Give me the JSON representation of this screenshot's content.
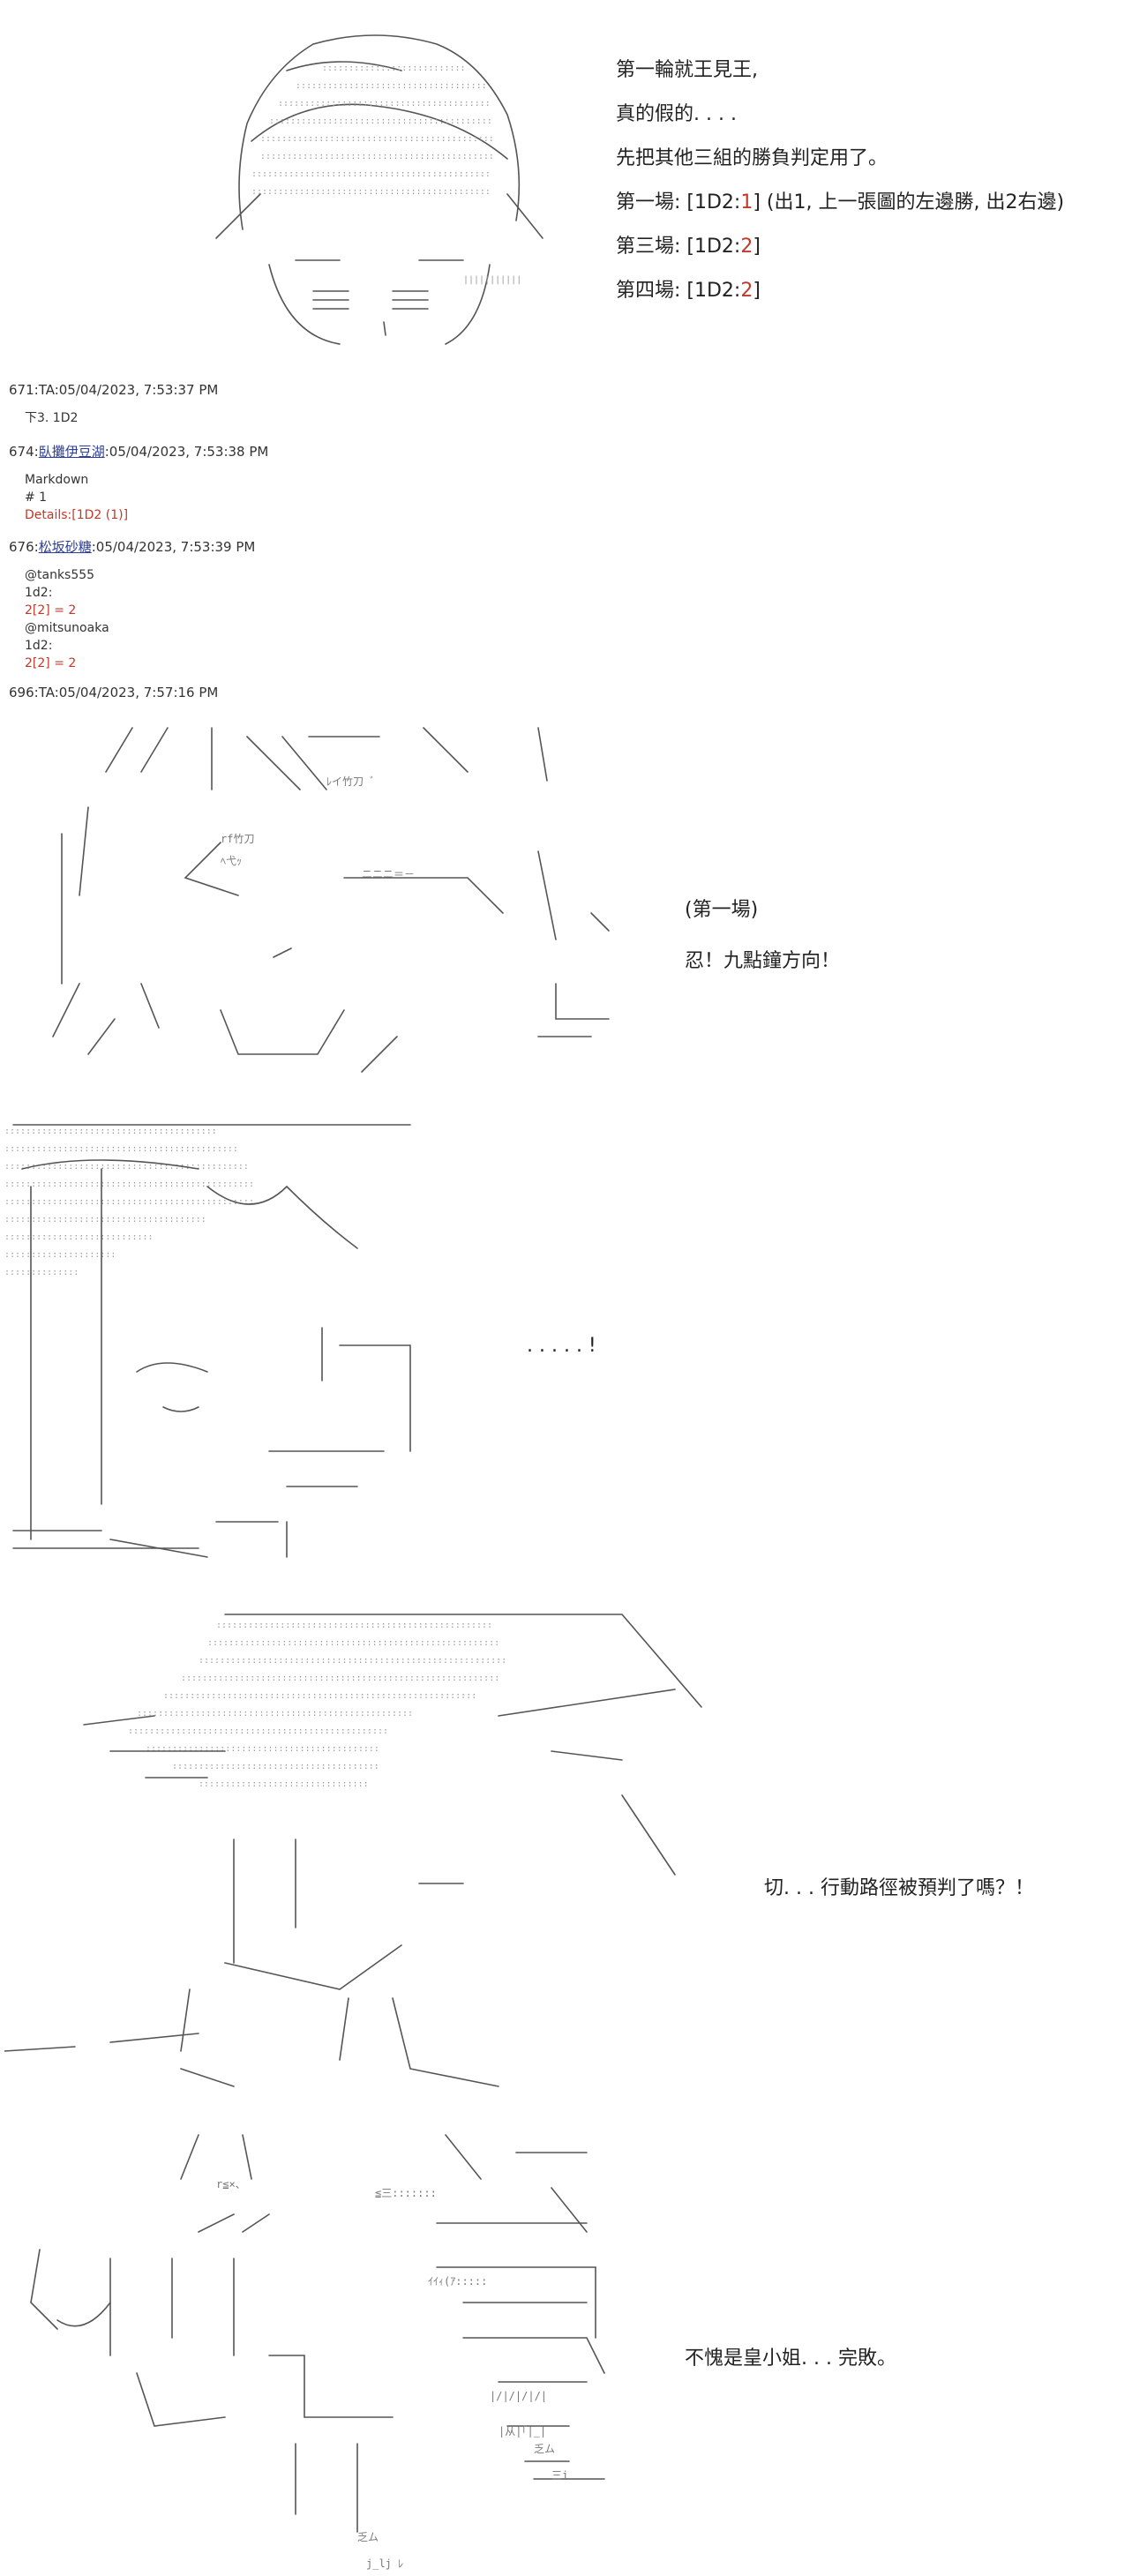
{
  "section1": {
    "lines": [
      {
        "text": "第一輪就王見王,"
      },
      {
        "text": "真的假的. . . ."
      },
      {
        "text": "先把其他三組的勝負判定用了。"
      },
      {
        "pre": "第一場: [1D2:",
        "num": "1",
        "post": "] (出1, 上一張圖的左邊勝, 出2右邊)"
      },
      {
        "pre": "第三場: [1D2:",
        "num": "2",
        "post": "]"
      },
      {
        "pre": "第四場: [1D2:",
        "num": "2",
        "post": "]"
      }
    ]
  },
  "posts": [
    {
      "id": "671",
      "name": "TA",
      "date": "05/04/2023, 7:53:37 PM",
      "linked": false,
      "body": [
        {
          "text": "下3. 1D2",
          "red": false
        }
      ]
    },
    {
      "id": "674",
      "name": "臥攤伊豆湖",
      "date": "05/04/2023, 7:53:38 PM",
      "linked": true,
      "body": [
        {
          "text": "Markdown",
          "red": false
        },
        {
          "text": "# 1",
          "red": false
        },
        {
          "text": "Details:[1D2 (1)]",
          "red": true
        }
      ]
    },
    {
      "id": "676",
      "name": "松坂砂糖",
      "date": "05/04/2023, 7:53:39 PM",
      "linked": true,
      "body": [
        {
          "text": "@tanks555",
          "red": false
        },
        {
          "text": "1d2:",
          "red": false
        },
        {
          "text": "2[2] = 2",
          "red": true
        },
        {
          "text": "@mitsunoaka",
          "red": false
        },
        {
          "text": "1d2:",
          "red": false
        },
        {
          "text": "2[2] = 2",
          "red": true
        }
      ]
    },
    {
      "id": "696",
      "name": "TA",
      "date": "05/04/2023, 7:57:16 PM",
      "linked": false,
      "body": []
    }
  ],
  "panels": [
    {
      "lines": [
        "(第一場)",
        "忍！九點鐘方向！"
      ]
    },
    {
      "lines": [
        ". . . . . !"
      ]
    },
    {
      "lines": [
        "切. . . 行動路徑被預判了嗎？！"
      ]
    },
    {
      "lines": [
        "不愧是皇小姐. . . 完敗。"
      ]
    }
  ]
}
